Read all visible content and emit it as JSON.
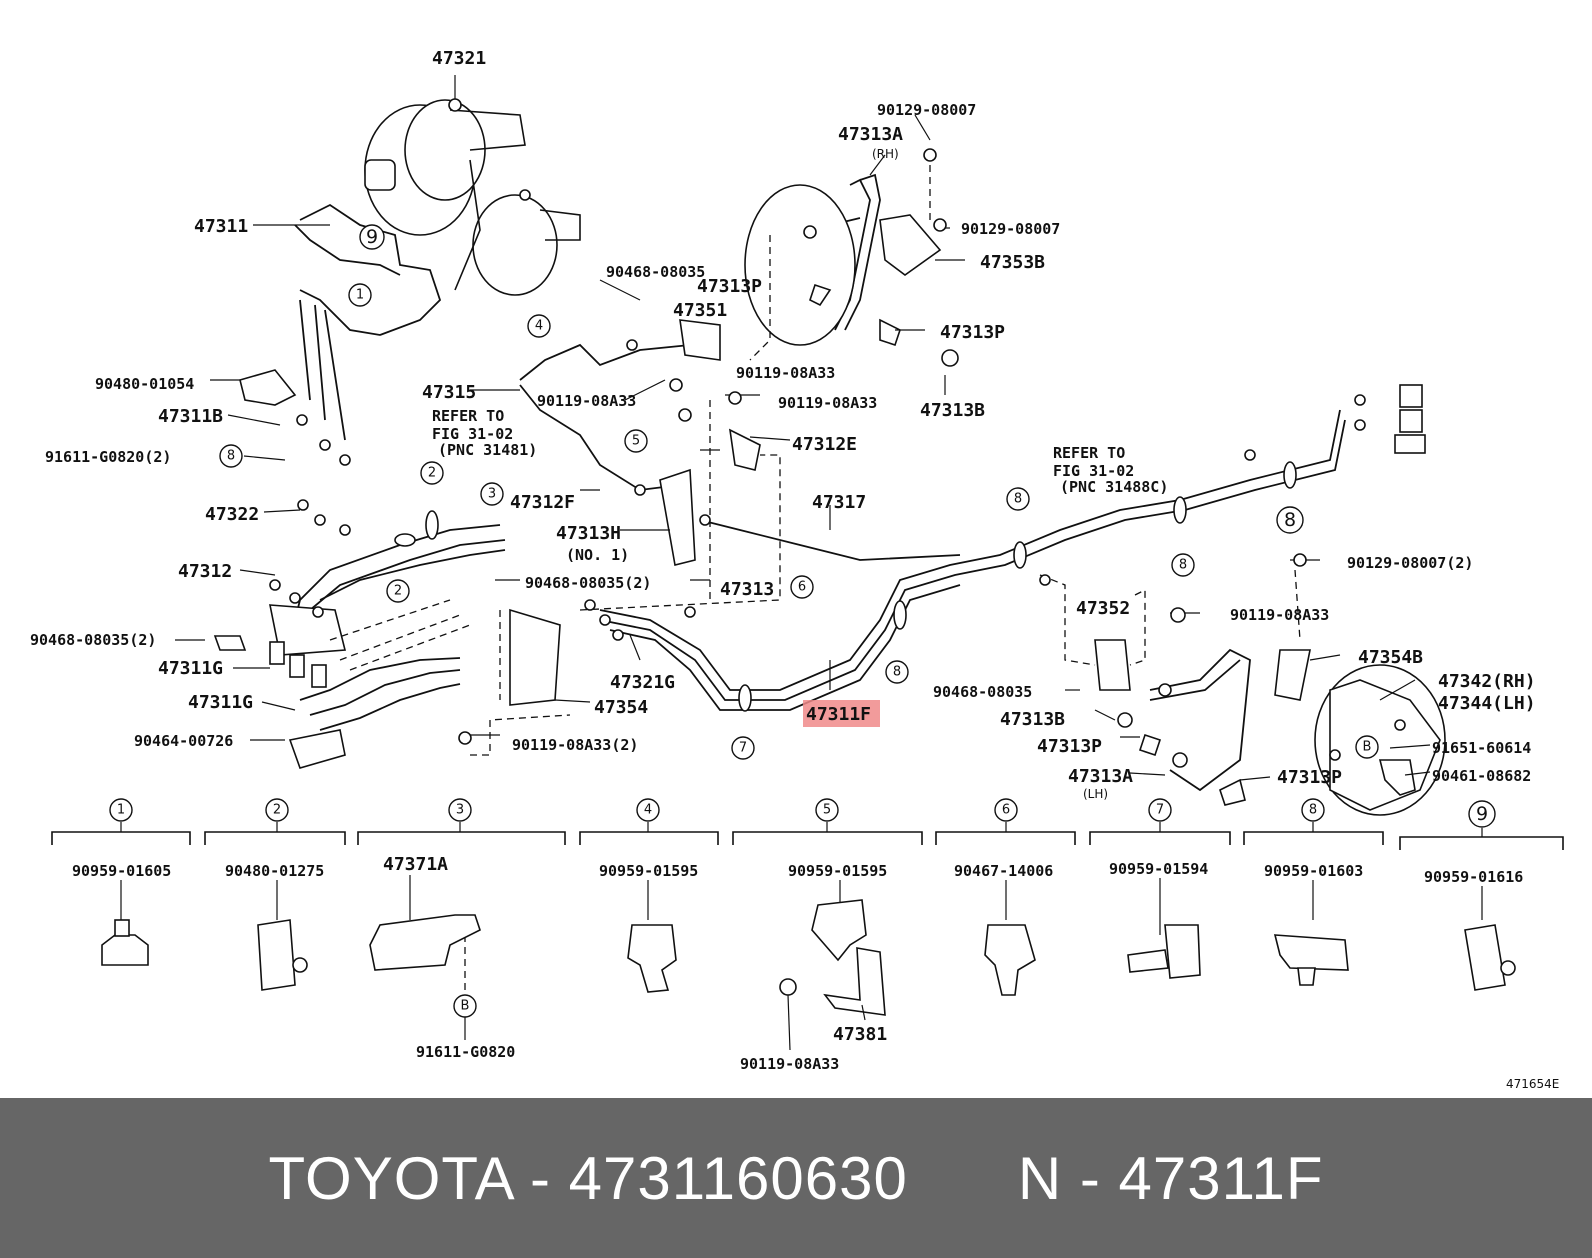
{
  "diagram_id": "471654E",
  "highlight_color": "#f08a8a",
  "footer": {
    "left_text": "TOYOTA - 4731160630",
    "right_text": "N - 47311F",
    "background": "#666666"
  },
  "callouts": {
    "c1": "1",
    "c2": "2",
    "c3": "3",
    "c4": "4",
    "c5": "5",
    "c6": "6",
    "c7": "7",
    "c8": "8",
    "c9": "9",
    "cB": "B"
  },
  "labels": {
    "p47321": "47321",
    "p47311": "47311",
    "p90480_01054": "90480-01054",
    "p47311B": "47311B",
    "p91611_G0820_2": "91611-G0820(2)",
    "p47322": "47322",
    "p47312": "47312",
    "p90468_08035_2a": "90468-08035(2)",
    "p47311G_a": "47311G",
    "p47311G_b": "47311G",
    "p90464_00726": "90464-00726",
    "p47315": "47315",
    "refer1_line1": "REFER TO",
    "refer1_line2": "FIG 31-02",
    "refer1_line3": "(PNC 31481)",
    "p90119_08A33_a": "90119-08A33",
    "p47312F": "47312F",
    "p47313H": "47313H",
    "p47313H_sub": "(NO. 1)",
    "p90468_08035_2b": "90468-08035(2)",
    "p47313_mid": "47313",
    "p47321G": "47321G",
    "p47354": "47354",
    "p90119_08A33_2": "90119-08A33(2)",
    "p90468_08035_top": "90468-08035",
    "p47351": "47351",
    "p47313P_top": "47313P",
    "p90119_08A33_b": "90119-08A33",
    "p90119_08A33_c": "90119-08A33",
    "p47312E": "47312E",
    "p47317": "47317",
    "p47311F": "47311F",
    "p90129_08007_a": "90129-08007",
    "p47313A_rh": "47313A",
    "rh_sub": "(RH)",
    "p90129_08007_b": "90129-08007",
    "p47353B": "47353B",
    "p47313P_r": "47313P",
    "p47313B_r": "47313B",
    "refer2_line1": "REFER TO",
    "refer2_line2": "FIG 31-02",
    "refer2_line3": "(PNC 31488C)",
    "p90129_08007_2": "90129-08007(2)",
    "p47352": "47352",
    "p90119_08A33_d": "90119-08A33",
    "p47354B": "47354B",
    "p90468_08035_c": "90468-08035",
    "p47342": "47342(RH)",
    "p47344": "47344(LH)",
    "p47313B_b": "47313B",
    "p47313P_b": "47313P",
    "p47313A_lh": "47313A",
    "lh_sub": "(LH)",
    "p47313P_c": "47313P",
    "p91651_60614": "91651-60614",
    "p90461_08682": "90461-08682"
  },
  "legend": [
    {
      "num": "1",
      "part": "90959-01605"
    },
    {
      "num": "2",
      "part": "90480-01275"
    },
    {
      "num": "3",
      "part": "47371A",
      "sub_circle": "B",
      "sub_part": "91611-G0820"
    },
    {
      "num": "4",
      "part": "90959-01595"
    },
    {
      "num": "5",
      "part": "90959-01595",
      "sub_part_a": "90119-08A33",
      "sub_part_b": "47381"
    },
    {
      "num": "6",
      "part": "90467-14006"
    },
    {
      "num": "7",
      "part": "90959-01594"
    },
    {
      "num": "8",
      "part": "90959-01603"
    },
    {
      "num": "9",
      "part": "90959-01616"
    }
  ]
}
